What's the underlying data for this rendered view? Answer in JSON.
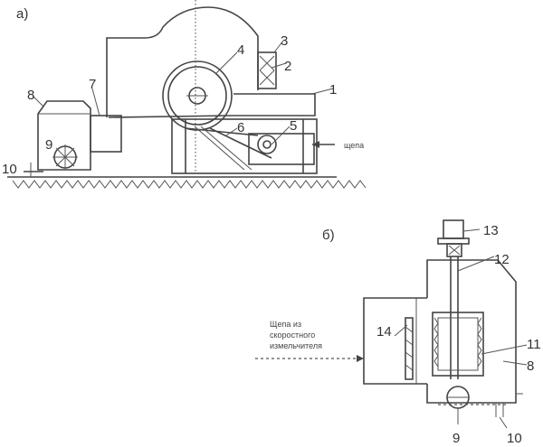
{
  "panel_a": {
    "label": "а)",
    "numbers": [
      "1",
      "2",
      "3",
      "4",
      "5",
      "6",
      "7",
      "8",
      "9",
      "10"
    ],
    "input_label": "щепа"
  },
  "panel_b": {
    "label": "б)",
    "numbers": [
      "8",
      "9",
      "10",
      "11",
      "12",
      "13",
      "14"
    ],
    "input_label_line1": "Щепа из",
    "input_label_line2": "скоростного",
    "input_label_line3": "измельчителя"
  }
}
